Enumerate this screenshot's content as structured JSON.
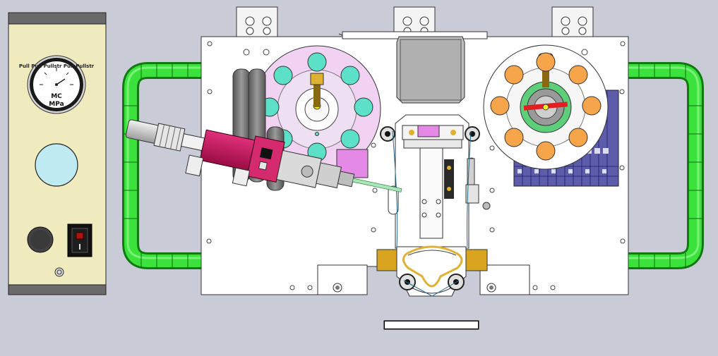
{
  "view": {
    "background": "#c9ccd6",
    "caption": ""
  },
  "control_box": {
    "gauge": {
      "unit_top": "MC",
      "unit_bottom": "MPa",
      "ring_text": "Pull Pull Pullstr Pull Pullstr",
      "face_color": "#ffffff"
    },
    "indicator_color": "#bfeaf2",
    "panel_color": "#efebbf"
  },
  "colors": {
    "handle": "#2de02d",
    "left_reel": "#f2d2f2",
    "left_reel_holes": "#5de0c8",
    "right_reel": "#ffffff",
    "right_reel_holes": "#f7a54a",
    "dispenser": "#c4145a",
    "terminal_blocks": "#5c5cab",
    "accent_yellow": "#e0b030"
  }
}
